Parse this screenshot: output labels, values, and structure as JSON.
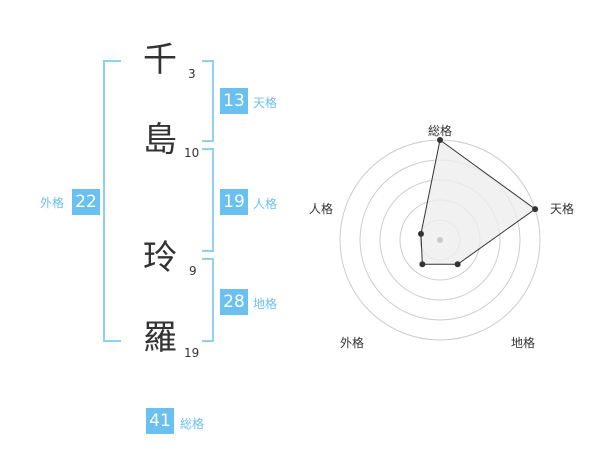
{
  "name": {
    "chars": [
      {
        "char": "千",
        "strokes": "3"
      },
      {
        "char": "島",
        "strokes": "10"
      },
      {
        "char": "玲",
        "strokes": "9"
      },
      {
        "char": "羅",
        "strokes": "19"
      }
    ]
  },
  "kakusu": {
    "gaikaku": {
      "value": "22",
      "label": "外格"
    },
    "tenkaku": {
      "value": "13",
      "label": "天格"
    },
    "jinkaku": {
      "value": "19",
      "label": "人格"
    },
    "chikaku": {
      "value": "28",
      "label": "地格"
    },
    "soukaku": {
      "value": "41",
      "label": "総格"
    }
  },
  "radar": {
    "axes": [
      "総格",
      "天格",
      "地格",
      "外格",
      "人格"
    ],
    "levels": 5,
    "values": [
      5,
      5,
      1.5,
      1.5,
      1
    ],
    "max": 5,
    "colors": {
      "fill": "#eeeeee",
      "stroke": "#333333",
      "grid": "#cccccc",
      "center": "#cccccc"
    }
  },
  "colors": {
    "accent": "#6ac1f0",
    "bracket": "#8fd0f5"
  }
}
